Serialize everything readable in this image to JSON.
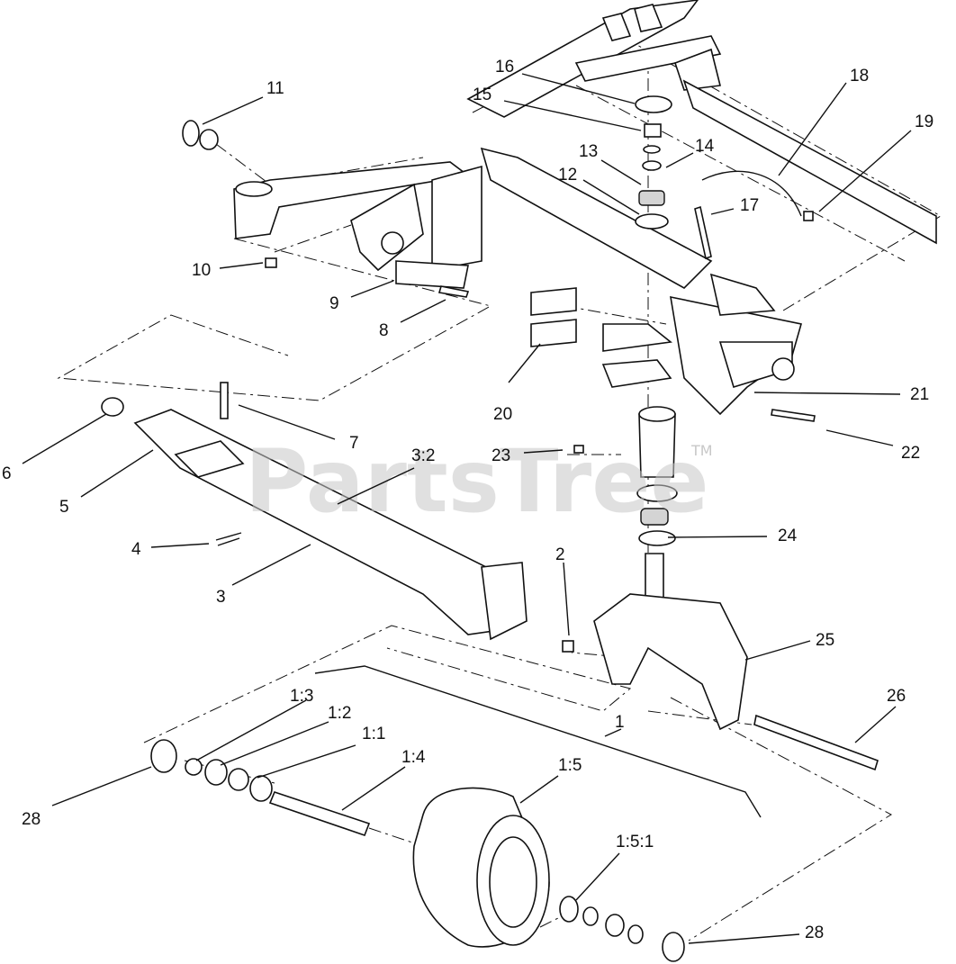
{
  "watermark": {
    "text": "PartsTree",
    "tm": "TM"
  },
  "callouts": [
    {
      "id": "c16",
      "text": "16"
    },
    {
      "id": "c15",
      "text": "15"
    },
    {
      "id": "c11",
      "text": "11"
    },
    {
      "id": "c18",
      "text": "18"
    },
    {
      "id": "c19",
      "text": "19"
    },
    {
      "id": "c13",
      "text": "13"
    },
    {
      "id": "c14",
      "text": "14"
    },
    {
      "id": "c12",
      "text": "12"
    },
    {
      "id": "c17",
      "text": "17"
    },
    {
      "id": "c10",
      "text": "10"
    },
    {
      "id": "c9",
      "text": "9"
    },
    {
      "id": "c8",
      "text": "8"
    },
    {
      "id": "c20",
      "text": "20"
    },
    {
      "id": "c21",
      "text": "21"
    },
    {
      "id": "c22",
      "text": "22"
    },
    {
      "id": "c7",
      "text": "7"
    },
    {
      "id": "c6",
      "text": "6"
    },
    {
      "id": "c5",
      "text": "5"
    },
    {
      "id": "c32",
      "text": "3:2"
    },
    {
      "id": "c23",
      "text": "23"
    },
    {
      "id": "c24",
      "text": "24"
    },
    {
      "id": "c4",
      "text": "4"
    },
    {
      "id": "c2",
      "text": "2"
    },
    {
      "id": "c3",
      "text": "3"
    },
    {
      "id": "c25",
      "text": "25"
    },
    {
      "id": "c26",
      "text": "26"
    },
    {
      "id": "c13b",
      "text": "1:3"
    },
    {
      "id": "c12b",
      "text": "1:2"
    },
    {
      "id": "c1",
      "text": "1"
    },
    {
      "id": "c11b",
      "text": "1:1"
    },
    {
      "id": "c14b",
      "text": "1:4"
    },
    {
      "id": "c15b",
      "text": "1:5"
    },
    {
      "id": "c28a",
      "text": "28"
    },
    {
      "id": "c151",
      "text": "1:5:1"
    },
    {
      "id": "c28b",
      "text": "28"
    }
  ]
}
